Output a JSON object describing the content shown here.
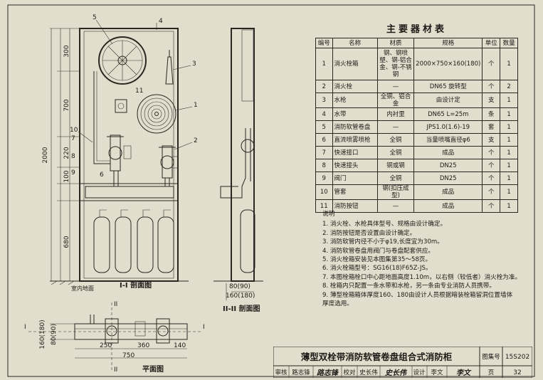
{
  "drawing": {
    "dims": {
      "d300": "300",
      "d700": "700",
      "d2000": "2000",
      "d220": "220",
      "d100": "100",
      "d680": "680",
      "d80_90": "80(90)",
      "d160_180": "160(180)",
      "d160_180_left": "160(180)",
      "d80_90_left": "80(90)",
      "d250": "250",
      "d360": "360",
      "d140": "140",
      "d750": "750"
    },
    "callouts": {
      "c5": "5",
      "c4": "4",
      "c3": "3",
      "c11": "11",
      "c1": "1",
      "c2": "2",
      "c10": "10",
      "c7": "7",
      "c8": "8",
      "c6": "6",
      "c9": "9"
    },
    "section_marks": {
      "sI_top": "I",
      "sI_bot": "I",
      "sII_top": "II",
      "sII_bot": "II"
    },
    "floor_label": "室内地面",
    "view1_title": "I-I 剖面图",
    "view2_title": "II-II 剖面图",
    "plan_title": "平面图"
  },
  "table": {
    "title": "主要器材表",
    "headers": [
      "编号",
      "名称",
      "材质",
      "规格",
      "单位",
      "数量"
    ],
    "rows": [
      [
        "1",
        "消火栓箱",
        "钢、钢喷塑、钢-铝合金、钢-不锈钢",
        "2000×750×160(180)",
        "个",
        "1"
      ],
      [
        "2",
        "消火栓",
        "—",
        "DN65 旋转型",
        "个",
        "2"
      ],
      [
        "3",
        "水枪",
        "全铜、铝合金",
        "由设计定",
        "支",
        "1"
      ],
      [
        "4",
        "水带",
        "内衬里",
        "DN65  L=25m",
        "条",
        "1"
      ],
      [
        "5",
        "消防软管卷盘",
        "—",
        "JPS1.0(1.6)-19",
        "套",
        "1"
      ],
      [
        "6",
        "直流喷雾喷枪",
        "全铜",
        "当量喷嘴直径φ6",
        "支",
        "1"
      ],
      [
        "7",
        "快速接口",
        "全铜",
        "成品",
        "个",
        "1"
      ],
      [
        "8",
        "快速接头",
        "铜或钢",
        "DN25",
        "个",
        "1"
      ],
      [
        "9",
        "阀门",
        "全铜",
        "DN25",
        "个",
        "1"
      ],
      [
        "10",
        "管套",
        "钢(扣压成型)",
        "成品",
        "个",
        "1"
      ],
      [
        "11",
        "消防按钮",
        "—",
        "成品",
        "个",
        "1"
      ]
    ]
  },
  "notes": {
    "header": "说明",
    "items": [
      "1. 消火栓、水枪具体型号、规格由设计确定。",
      "2. 消防按钮是否设置由设计确定。",
      "3. 消防软管内径不小于φ19,长度宜为30m。",
      "4. 消防软管卷盘用阀门与卷盘配套供应。",
      "5. 消火栓箱安装见本图集第35～58页。",
      "6. 消火栓箱型号：SG16(18)F65Z-JS。",
      "7. 本图栓箱栓口中心距地面高度1.10m，以右侧（较低者）消火栓为准。",
      "8. 栓箱内只配置一条水带和水枪，另一条由专业消防人员携带。",
      "9. 薄型栓箱箱体厚度160、180由设计人员根据暗装栓箱留洞位置墙体",
      "   厚度选用。"
    ]
  },
  "title_block": {
    "title": "薄型双栓带消防软管卷盘组合式消防柜",
    "atlas_label": "图集号",
    "atlas_no": "15S202",
    "review_label": "审核",
    "review_name": "路志锋",
    "review_sig": "路志锋",
    "check_label": "校对",
    "check_name": "史长伟",
    "check_sig": "史长伟",
    "design_label": "设计",
    "design_name": "李文",
    "design_sig": "李文",
    "page_label": "页",
    "page_no": "32"
  }
}
